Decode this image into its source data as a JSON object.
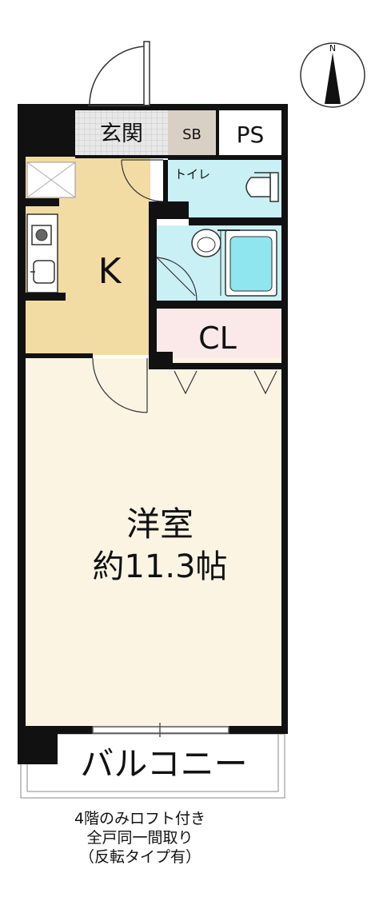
{
  "rooms": {
    "genkan": "玄関",
    "sb": "SB",
    "ps": "PS",
    "toilet": "トイレ",
    "kitchen": "K",
    "closet": "CL",
    "western_room": "洋室",
    "western_room_size": "約11.3帖",
    "balcony": "バルコニー"
  },
  "compass": {
    "north": "N"
  },
  "notes": [
    "4階のみロフト付き",
    "全戸同一間取り",
    "（反転タイプ有）"
  ],
  "colors": {
    "wall": "#111111",
    "kitchen_floor": "#f2dca3",
    "room_floor": "#fbf4e3",
    "wet_area": "#c9f0f4",
    "bath_tub": "#8fe6ee",
    "closet": "#fbe9e9",
    "genkan_tile": "#e3e3e3",
    "sb": "#d9d0c5"
  }
}
